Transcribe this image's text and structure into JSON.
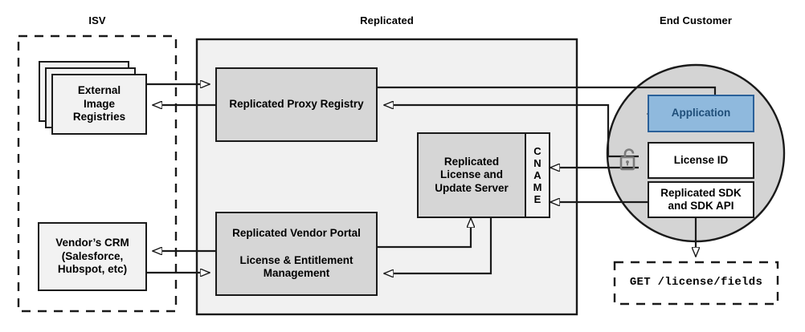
{
  "diagram": {
    "title": "Replicated licensing and distribution architecture",
    "zones": [
      {
        "id": "isv",
        "label": "ISV",
        "style": "dashed-box"
      },
      {
        "id": "replicated",
        "label": "Replicated",
        "style": "solid-gray-panel"
      },
      {
        "id": "end_customer",
        "label": "End Customer",
        "style": "gray-circle"
      }
    ],
    "nodes": [
      {
        "id": "external_image_registries",
        "label": "External\nImage\nRegistries",
        "zone": "isv",
        "shape": "stacked-rect",
        "fill": "#f2f2f2"
      },
      {
        "id": "vendors_crm",
        "label": "Vendor’s CRM\n(Salesforce,\nHubspot, etc)",
        "zone": "isv",
        "shape": "rect",
        "fill": "#f2f2f2"
      },
      {
        "id": "replicated_proxy_registry",
        "label": "Replicated Proxy Registry",
        "zone": "replicated",
        "shape": "rect",
        "fill": "#d6d6d6"
      },
      {
        "id": "replicated_license_update_server",
        "label": "Replicated\nLicense and\nUpdate Server",
        "zone": "replicated",
        "shape": "rect",
        "fill": "#d6d6d6"
      },
      {
        "id": "cname_strip",
        "label": "CNAME",
        "zone": "replicated",
        "shape": "vertical-label-strip",
        "fill": "#f2f2f2"
      },
      {
        "id": "replicated_vendor_portal",
        "label": "Replicated Vendor Portal\n\nLicense & Entitlement\nManagement",
        "zone": "replicated",
        "shape": "rect",
        "fill": "#d6d6d6"
      },
      {
        "id": "application",
        "label": "Application",
        "zone": "end_customer",
        "shape": "rect",
        "fill": "#8fb9dd",
        "border": "#2a6099",
        "text_color": "#1f4e79"
      },
      {
        "id": "license_id",
        "label": "License ID",
        "zone": "end_customer",
        "shape": "rect",
        "fill": "#ffffff"
      },
      {
        "id": "replicated_sdk",
        "label": "Replicated SDK\nand SDK API",
        "zone": "end_customer",
        "shape": "rect",
        "fill": "#ffffff"
      },
      {
        "id": "api_call",
        "label": "GET /license/fields",
        "zone": "none",
        "shape": "dashed-rect",
        "font": "monospace"
      }
    ],
    "icons": [
      {
        "id": "unlock_icon",
        "name": "unlock-icon",
        "zone": "end_customer"
      }
    ],
    "edges": [
      {
        "from": "external_image_registries",
        "to": "replicated_proxy_registry",
        "direction": "forward"
      },
      {
        "from": "replicated_proxy_registry",
        "to": "external_image_registries",
        "direction": "forward"
      },
      {
        "from": "replicated_proxy_registry",
        "to": "application",
        "direction": "forward"
      },
      {
        "from": "license_id",
        "to": "replicated_proxy_registry",
        "direction": "forward"
      },
      {
        "from": "license_id",
        "to": "cname_strip",
        "direction": "forward"
      },
      {
        "from": "replicated_sdk",
        "to": "cname_strip",
        "direction": "forward"
      },
      {
        "from": "replicated_vendor_portal",
        "to": "replicated_license_update_server",
        "direction": "forward"
      },
      {
        "from": "replicated_license_update_server",
        "to": "replicated_vendor_portal",
        "direction": "forward"
      },
      {
        "from": "replicated_vendor_portal",
        "to": "vendors_crm",
        "direction": "forward"
      },
      {
        "from": "vendors_crm",
        "to": "replicated_vendor_portal",
        "direction": "forward"
      },
      {
        "from": "replicated_sdk",
        "to": "api_call",
        "direction": "forward"
      }
    ]
  },
  "labels": {
    "isv": "ISV",
    "replicated": "Replicated",
    "end_customer": "End Customer",
    "external_image_registries_l1": "External",
    "external_image_registries_l2": "Image",
    "external_image_registries_l3": "Registries",
    "vendors_crm_l1": "Vendor’s CRM",
    "vendors_crm_l2": "(Salesforce,",
    "vendors_crm_l3": "Hubspot, etc)",
    "proxy_registry": "Replicated Proxy Registry",
    "license_server_l1": "Replicated",
    "license_server_l2": "License and",
    "license_server_l3": "Update Server",
    "cname_c": "C",
    "cname_n": "N",
    "cname_a": "A",
    "cname_m": "M",
    "cname_e": "E",
    "vendor_portal_l1": "Replicated Vendor Portal",
    "vendor_portal_l2": "License & Entitlement",
    "vendor_portal_l3": "Management",
    "application": "Application",
    "license_id": "License ID",
    "sdk_l1": "Replicated SDK",
    "sdk_l2": "and SDK API",
    "api_call": "GET /license/fields"
  },
  "colors": {
    "line": "#1a1a1a",
    "panel_fill": "#f1f1f1",
    "node_gray": "#d6d6d6",
    "node_light": "#f2f2f2",
    "circle_fill": "#d4d4d4",
    "app_fill": "#8fb9dd",
    "app_border": "#2a6099",
    "app_text": "#1f4e79",
    "lock": "#7a7a7a"
  }
}
